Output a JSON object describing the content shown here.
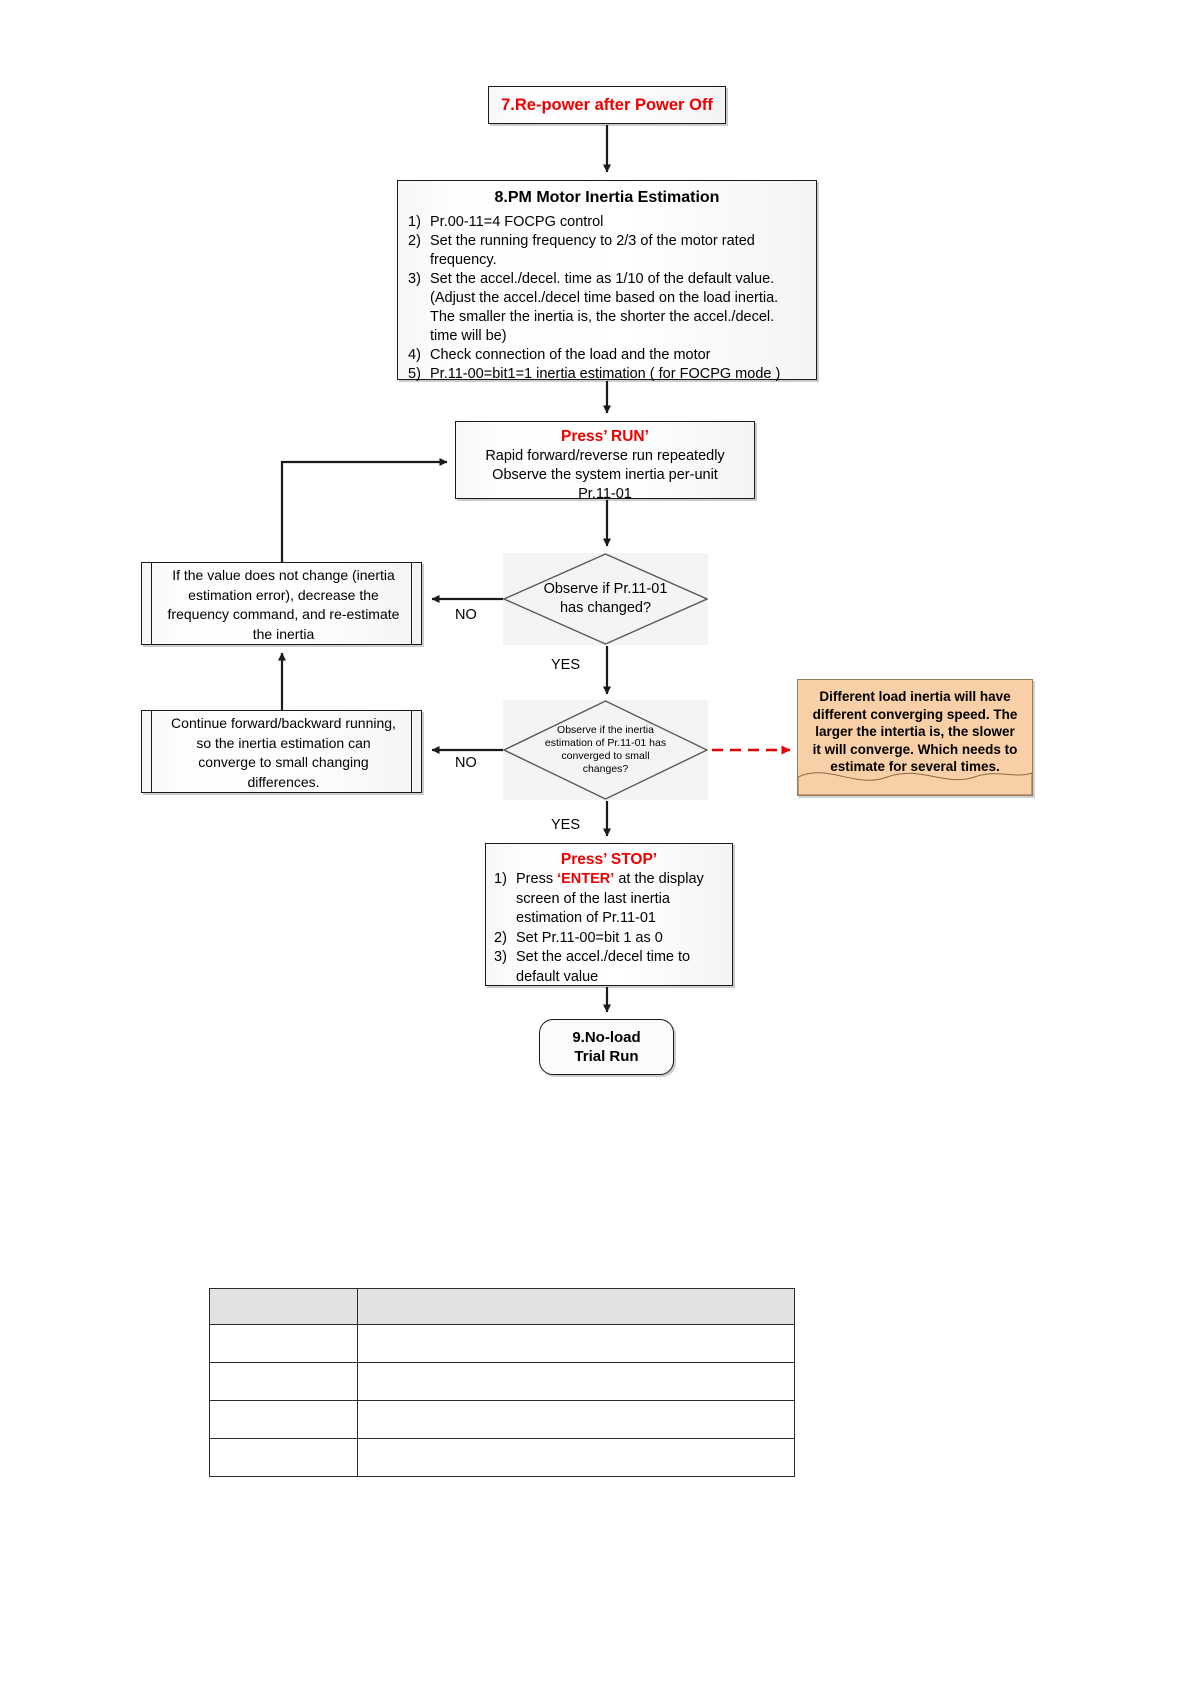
{
  "flow": {
    "repower": {
      "title": "7.Re-power after Power Off"
    },
    "pm_estimation": {
      "header": "8.PM Motor Inertia Estimation",
      "items": [
        {
          "mark": "1)",
          "text": "Pr.00-11=4 FOCPG control"
        },
        {
          "mark": "2)",
          "text": "Set the running frequency to 2/3 of the motor rated",
          "cont": [
            "frequency."
          ]
        },
        {
          "mark": "3)",
          "text": "Set the accel./decel. time as 1/10 of the default value.",
          "cont": [
            "(Adjust the accel./decel time based on the load inertia.",
            "The smaller the inertia is, the shorter the accel./decel.",
            "time will be)"
          ]
        },
        {
          "mark": "4)",
          "text": "Check connection of the load and the motor"
        },
        {
          "mark": "5)",
          "text": "Pr.11-00=bit1=1 inertia estimation ( for FOCPG mode )"
        }
      ]
    },
    "press_run": {
      "title": "Press’  RUN’",
      "lines": [
        "Rapid forward/reverse run repeatedly",
        "Observe the system inertia per-unit",
        "Pr.11-01"
      ]
    },
    "decision1": {
      "text": "Observe if Pr.11-01 has changed?",
      "yes_label": "YES",
      "no_label": "NO"
    },
    "decision2": {
      "text": "Observe if the inertia estimation of Pr.11-01 has converged to small changes?",
      "yes_label": "YES",
      "no_label": "NO"
    },
    "feedback1": {
      "lines": [
        "If the value does not change (inertia",
        "estimation error), decrease the",
        "frequency command, and re-estimate",
        "the inertia"
      ]
    },
    "feedback2": {
      "lines": [
        "Continue forward/backward running,",
        "so the inertia estimation can",
        "converge to small changing",
        "differences."
      ]
    },
    "press_stop": {
      "title": "Press’  STOP’",
      "items": [
        {
          "mark": "1)",
          "pre": "Press ",
          "red": "‘ENTER’",
          "post": " at the display",
          "cont": [
            "screen of the last inertia",
            "estimation of Pr.11-01"
          ]
        },
        {
          "mark": "2)",
          "text": "Set Pr.11-00=bit 1 as 0"
        },
        {
          "mark": "3)",
          "text": "Set the accel./decel time to",
          "cont": [
            "default value"
          ]
        }
      ]
    },
    "terminal": {
      "lines": [
        "9.No-load",
        "Trial Run"
      ]
    },
    "note": {
      "lines": [
        "Different load inertia will have",
        "different converging speed. The",
        "larger the intertia is, the slower",
        "it will converge. Which needs to",
        "estimate for several times."
      ]
    }
  },
  "table": {
    "rows": [
      {
        "c1": "",
        "c2": ""
      },
      {
        "c1": "",
        "c2": ""
      },
      {
        "c1": "",
        "c2": ""
      },
      {
        "c1": "",
        "c2": ""
      },
      {
        "c1": "",
        "c2": ""
      }
    ]
  },
  "colors": {
    "accent_red": "#ee0000",
    "note_fill": "#f8cfa6",
    "line": "#1a1a1a"
  }
}
